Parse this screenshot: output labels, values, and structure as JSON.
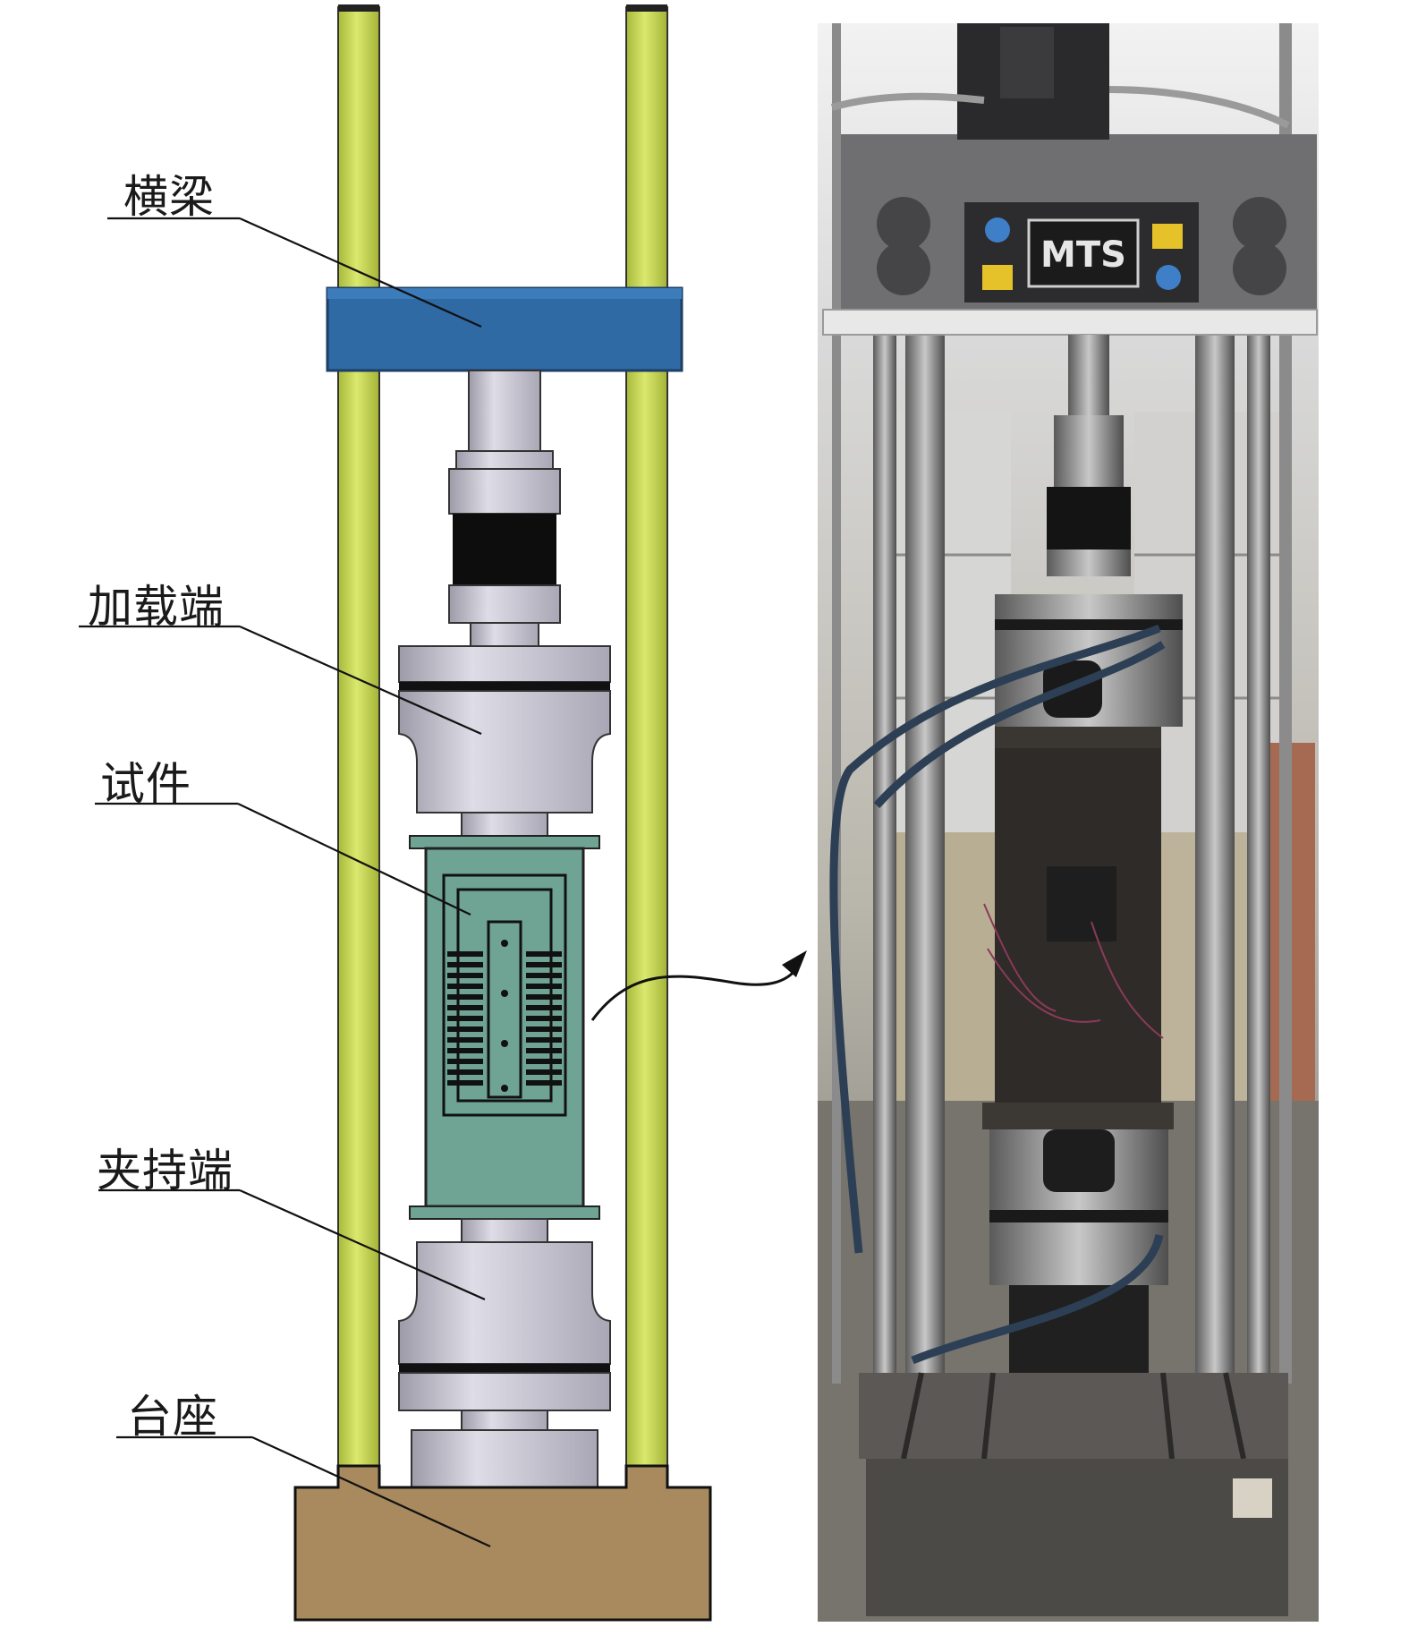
{
  "labels": {
    "crossbeam": "横梁",
    "loading_end": "加载端",
    "specimen": "试件",
    "clamping_end": "夹持端",
    "base": "台座"
  },
  "photo": {
    "brand": "MTS"
  },
  "colors": {
    "column": "#c9d957",
    "crossbeam": "#2f6aa5",
    "fixture": "#c8c6d2",
    "specimen": "#6fa393",
    "base": "#a88a5e",
    "photo_bg": "#6d6c6a"
  }
}
